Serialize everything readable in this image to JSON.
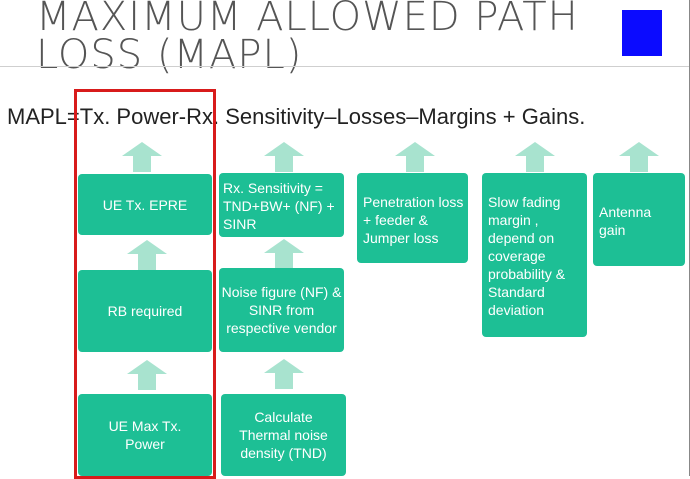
{
  "slide": {
    "title_line1": "MAXIMUM ALLOWED PATH",
    "title_line2": "LOSS (MAPL)",
    "formula": "MAPL=Tx. Power-Rx. Sensitivity–Losses–Margins + Gains."
  },
  "boxes": {
    "ue_tx_epre": "UE Tx. EPRE",
    "rb_required": "RB required",
    "ue_max_tx_power": "UE Max Tx. Power",
    "rx_sensitivity": "Rx. Sensitivity = TND+BW+ (NF) + SINR",
    "noise_figure": "Noise figure (NF) & SINR from respective vendor",
    "thermal_noise": "Calculate Thermal noise density (TND)",
    "penetration_loss": "Penetration loss + feeder & Jumper loss",
    "slow_fading": "Slow fading margin , depend on coverage probability & Standard deviation",
    "antenna_gain": "Antenna gain"
  },
  "colors": {
    "box": "#1dbf95",
    "arrow": "#a8e3cf",
    "highlight": "#d81b1b",
    "corner_rect": "#0b0bff"
  },
  "icons": {
    "arrow": "up-arrow-icon"
  }
}
